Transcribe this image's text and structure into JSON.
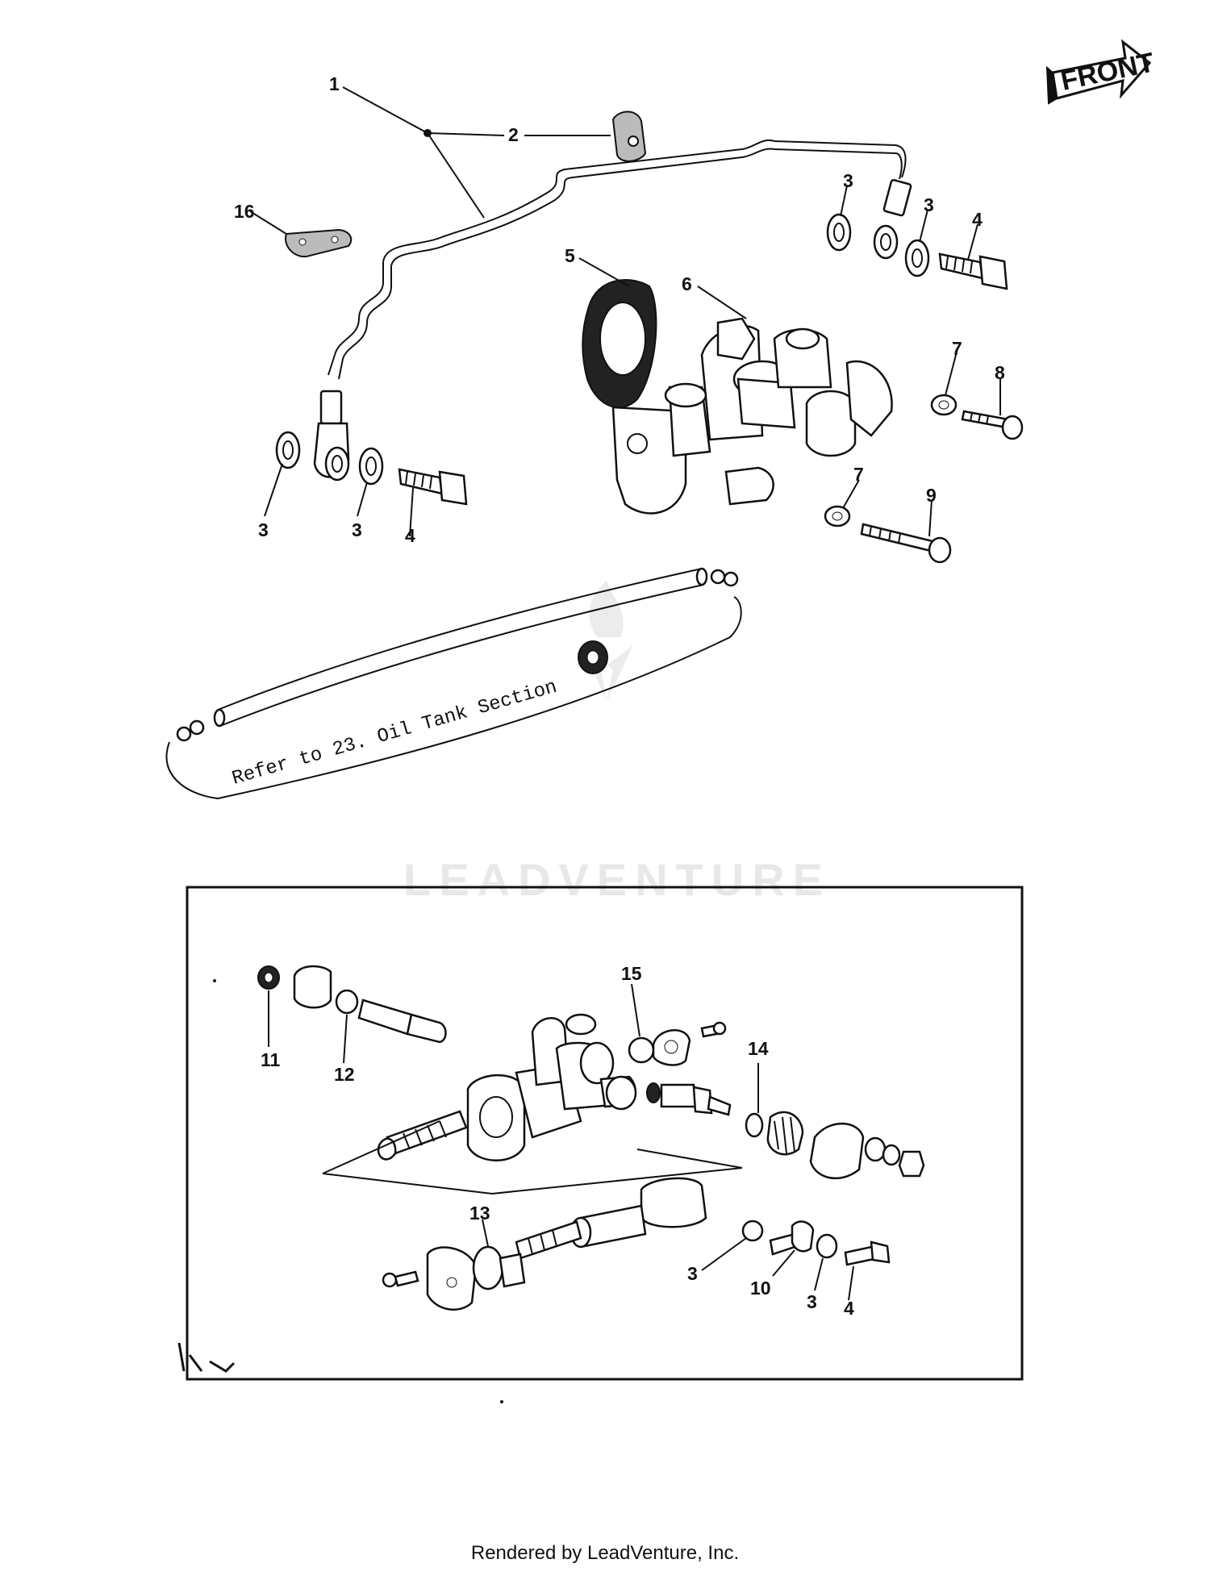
{
  "diagram": {
    "front_label": "FRONT",
    "oil_tank_note": "Refer to 23. Oil Tank Section",
    "watermark": "LEADVENTURE",
    "callouts": {
      "c1": "1",
      "c2": "2",
      "c3a": "3",
      "c3b": "3",
      "c3c": "3",
      "c3d": "3",
      "c3e": "3",
      "c3f": "3",
      "c4a": "4",
      "c4b": "4",
      "c4c": "4",
      "c5": "5",
      "c6": "6",
      "c7a": "7",
      "c7b": "7",
      "c8": "8",
      "c9": "9",
      "c10": "10",
      "c11": "11",
      "c12": "12",
      "c13": "13",
      "c14": "14",
      "c15": "15",
      "c16": "16"
    }
  },
  "footer": {
    "text": "Rendered by LeadVenture, Inc."
  }
}
